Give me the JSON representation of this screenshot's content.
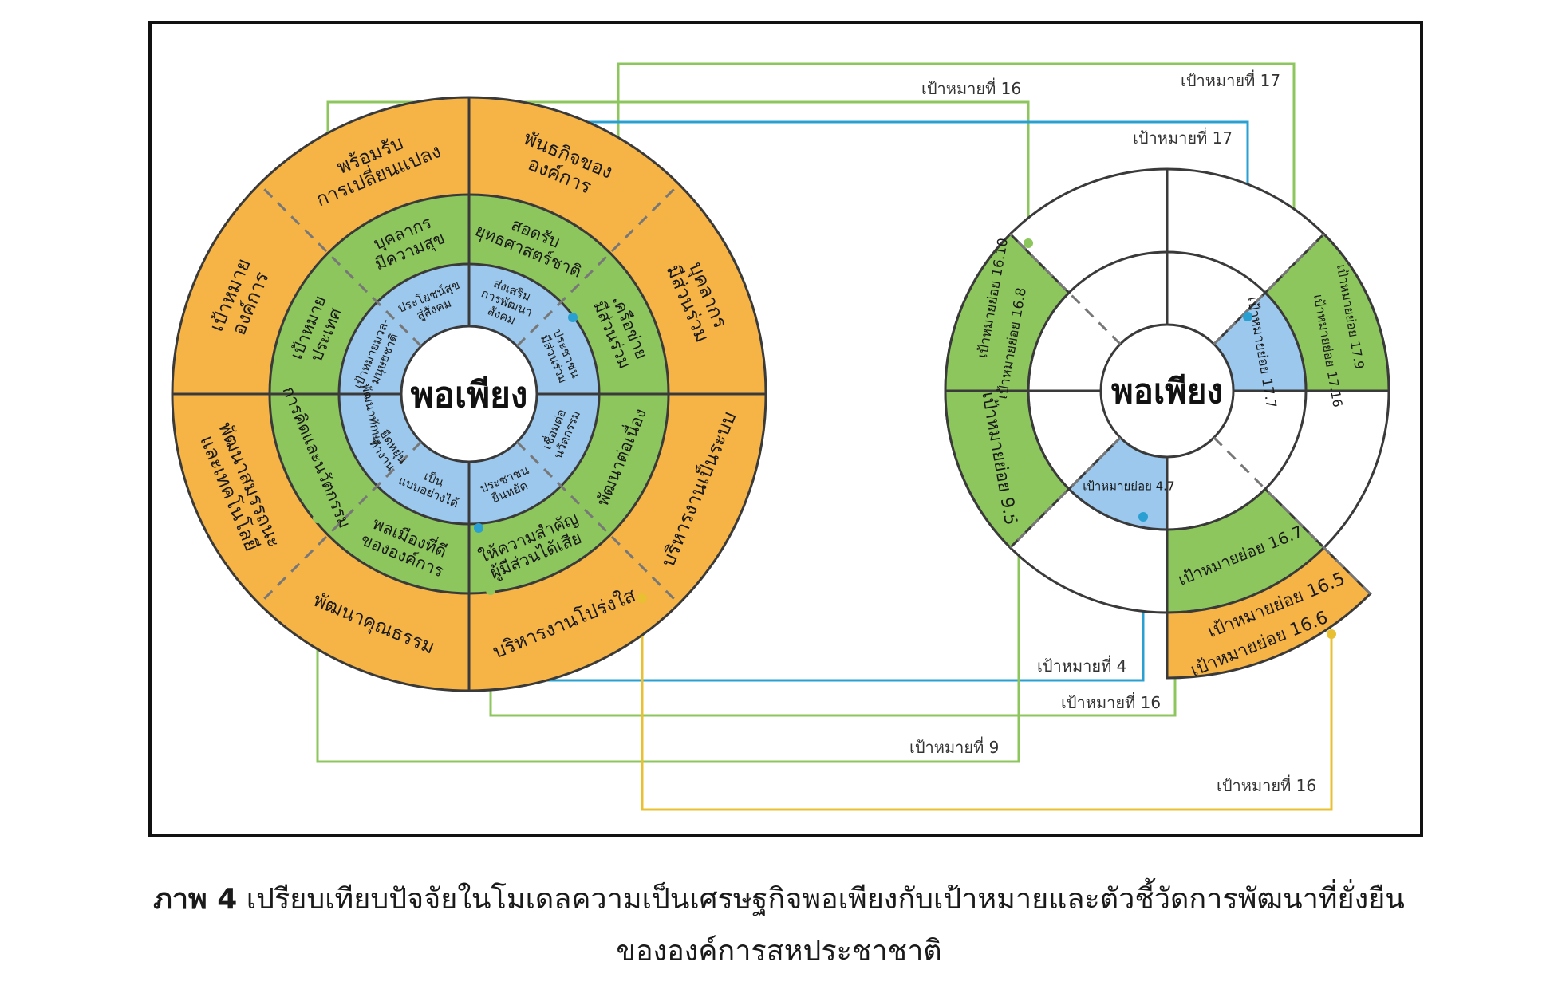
{
  "left_wheel": {
    "center": "พอเพียง",
    "outer_ring": [
      "เป้าหมาย องค์การ",
      "พร้อมรับ การเปลี่ยนแปลง",
      "พันธกิจของ องค์การ",
      "บุคลากร มีส่วนร่วม",
      "บริหารงานเป็นระบบ",
      "บริหารงานโปร่งใส",
      "พัฒนาคุณธรรม",
      "พัฒนาสมรรถนะ และเทคโนโลยี"
    ],
    "middle_ring": [
      "เป้าหมาย ประเทศ",
      "บุคลากร มีความสุข",
      "สอดรับ ยุทธศาสตร์ชาติ",
      "เครือข่าย มีส่วนร่วม",
      "พัฒนาต่อเนื่อง",
      "ให้ความสำคัญ ผู้มีส่วนได้เสีย",
      "พลเมืองที่ดี ขององค์การ",
      "การคิดและนวัตกรรม"
    ],
    "inner_ring": [
      "เป้าหมายมวล- มนุษยชาติ",
      "ประโยชน์สุข สู่สังคม",
      "ส่งเสริม การพัฒนา สังคม",
      "ประชาชน มีส่วนร่วม",
      "เชื่อมต่อ นวัตกรรม",
      "ประชาชน ยืนหยัด",
      "เป็น แบบอย่างได้",
      "ยืดหยุ่น ทำงาน",
      "พัฒนาทักษะ"
    ]
  },
  "right_wheel": {
    "center": "พอเพียง",
    "green_segments": [
      "เป้าหมายย่อย 16.8",
      "เป้าหมายย่อย 16.10",
      "เป้าหมายย่อย 9.5",
      "เป้าหมายย่อย 17.9",
      "เป้าหมายย่อย 17.16",
      "เป้าหมายย่อย 16.7"
    ],
    "blue_segments": [
      "เป้าหมายย่อย 17.7",
      "เป้าหมายย่อย 4.7"
    ],
    "orange_segments": [
      "เป้าหมายย่อย 16.5",
      "เป้าหมายย่อย 16.6"
    ]
  },
  "connector_labels": [
    "เป้าหมายที่ 16",
    "เป้าหมายที่ 17",
    "เป้าหมายที่ 17",
    "เป้าหมายที่ 4",
    "เป้าหมายที่ 16",
    "เป้าหมายที่ 9",
    "เป้าหมายที่ 16"
  ],
  "caption": {
    "figure_label": "ภาพ 4",
    "line1": "เปรียบเทียบปัจจัยในโมเดลความเป็นเศรษฐกิจพอเพียงกับเป้าหมายและตัวชี้วัดการพัฒนาที่ยั่งยืน",
    "line2": "ขององค์การสหประชาชาติ"
  },
  "colors": {
    "orange": "#f6b446",
    "green": "#8cc65c",
    "blue": "#9bc8ec",
    "line_green": "#8cc65c",
    "line_blue": "#2aa0d2",
    "line_yellow": "#e8c031",
    "stroke": "#3a3a3a"
  }
}
